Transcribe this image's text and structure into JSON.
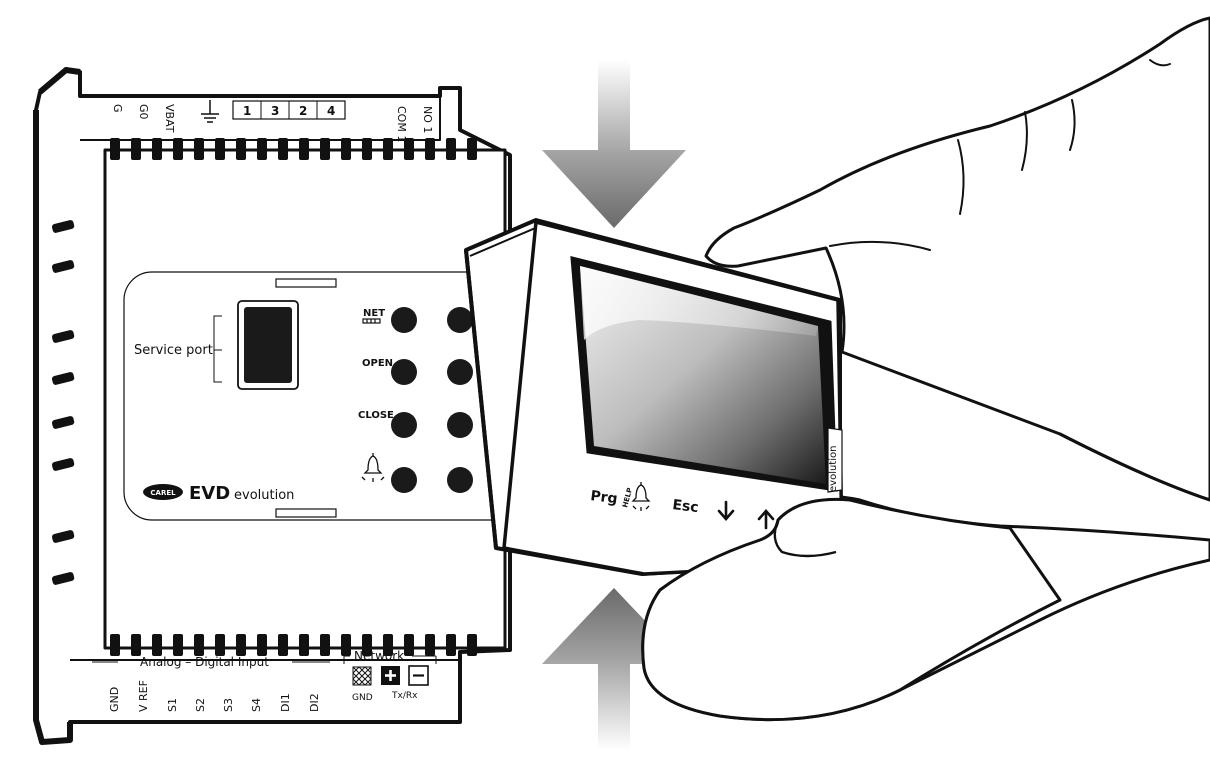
{
  "device": {
    "brand_badge": "CAREL",
    "product_name": "EVD",
    "product_suffix": "evolution",
    "service_port_label": "Service port",
    "leds": [
      {
        "label": "NET"
      },
      {
        "label": "OPEN"
      },
      {
        "label": "CLOSE"
      },
      {
        "label": "",
        "icon": "alarm-bell-icon"
      }
    ],
    "top_terminals": {
      "labels": [
        "G",
        "G0",
        "VBAT"
      ],
      "dip_numbers": [
        "1",
        "3",
        "2",
        "4"
      ],
      "relay_labels": [
        "COM 1",
        "NO 1"
      ]
    },
    "bottom_terminals": {
      "analog_digital_title": "Analog – Digital Input",
      "analog_digital_labels": [
        "GND",
        "V REF",
        "S1",
        "S2",
        "S3",
        "S4",
        "DI1",
        "DI2"
      ],
      "network_title": "Network",
      "network_labels": [
        "GND",
        "Tx/Rx"
      ]
    }
  },
  "display": {
    "side_text": "evolution",
    "keys": [
      {
        "label": "Prg"
      },
      {
        "label": "HELP",
        "icon": "alarm-bell-icon"
      },
      {
        "label": "Esc"
      },
      {
        "label": "",
        "icon": "arrow-down-icon"
      },
      {
        "label": "",
        "icon": "arrow-up-icon"
      }
    ]
  },
  "arrows": [
    {
      "direction": "down",
      "icon": "arrow-down-icon"
    },
    {
      "direction": "up",
      "icon": "arrow-up-icon"
    }
  ]
}
